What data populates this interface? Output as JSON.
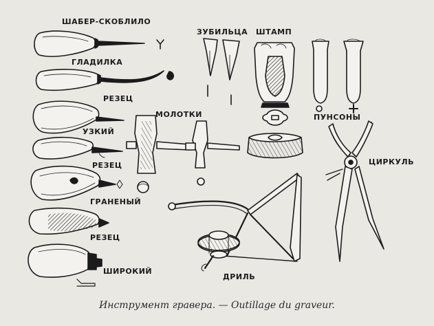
{
  "labels": {
    "scraper": "ШАБЕР-СКОБЛИЛО",
    "burnisher": "ГЛАДИЛКА",
    "cutter1": "РЕЗЕЦ",
    "narrow": "УЗКИЙ",
    "cutter2": "РЕЗЕЦ",
    "faceted": "ГРАНЕНЫЙ",
    "cutter3": "РЕЗЕЦ",
    "wide": "ШИРОКИЙ",
    "chisels": "ЗУБИЛЬЦА",
    "stamp": "ШТАМП",
    "hammers": "МОЛОТКИ",
    "punches": "ПУНСОНЫ",
    "compass": "ЦИРКУЛЬ",
    "drill": "ДРИЛЬ"
  },
  "caption": "Инструмент гравера. — Outillage du graveur."
}
